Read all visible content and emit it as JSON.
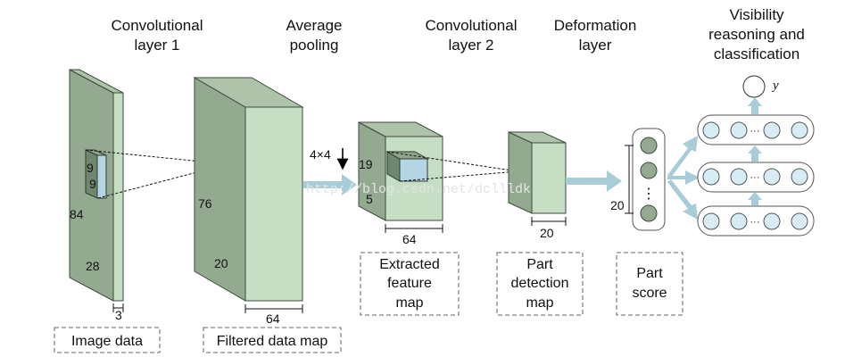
{
  "titles": {
    "conv1": [
      "Convolutional",
      "layer 1"
    ],
    "pool": [
      "Average",
      "pooling"
    ],
    "conv2": [
      "Convolutional",
      "layer 2"
    ],
    "deform": [
      "Deformation",
      "layer"
    ],
    "visibility": [
      "Visibility",
      "reasoning and",
      "classification"
    ]
  },
  "dims": {
    "input_h": "84",
    "input_w": "28",
    "input_c": "3",
    "kernel1_h": "9",
    "kernel1_w": "9",
    "filtered_h": "76",
    "filtered_w": "20",
    "filtered_c": "64",
    "pool_size": "4×4",
    "feat_h": "19",
    "feat_w": "5",
    "feat_c": "64",
    "part_c": "20",
    "score_n": "20",
    "ellipsis": "⋮",
    "hidden_ellipsis": "···",
    "output": "y"
  },
  "boxes": {
    "image": [
      "Image data"
    ],
    "filtered": [
      "Filtered data map"
    ],
    "extracted": [
      "Extracted",
      "feature",
      "map"
    ],
    "part_detection": [
      "Part",
      "detection",
      "map"
    ],
    "part_score": [
      "Part",
      "score"
    ]
  },
  "watermark": "http://blog.csdn.net/dcllldk",
  "colors": {
    "side_dark": "#93aa91",
    "front_light": "#c6dec3",
    "top_mid": "#aec3aa",
    "arrow": "#a8ccd8",
    "node_fill": "#d8ecf6"
  }
}
